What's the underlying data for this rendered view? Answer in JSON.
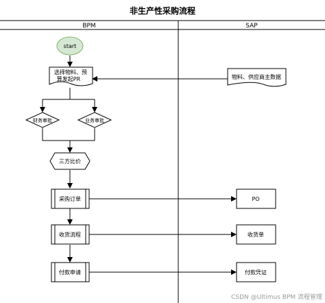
{
  "title": "非生产性采购流程",
  "lanes": {
    "bpm": "BPM",
    "sap": "SAP"
  },
  "nodes": {
    "start": "start",
    "select_materials_line1": "选择物料、预",
    "select_materials_line2": "算发起PR",
    "master_data": "物料、供应商主数据",
    "finance_approval": "财务审批",
    "business_approval": "业务审批",
    "three_quotes": "三方比价",
    "purchase_order": "采购订单",
    "po": "PO",
    "receiving_process": "收货流程",
    "goods_receipt": "收货单",
    "payment_request": "付款申请",
    "payment_voucher": "付款凭证"
  },
  "watermark": "CSDN @Ultimus BPM 流程管理",
  "colors": {
    "start_fill": "#d5e8d4",
    "start_stroke": "#82b366",
    "line": "#000000",
    "box": "#ffffff"
  }
}
